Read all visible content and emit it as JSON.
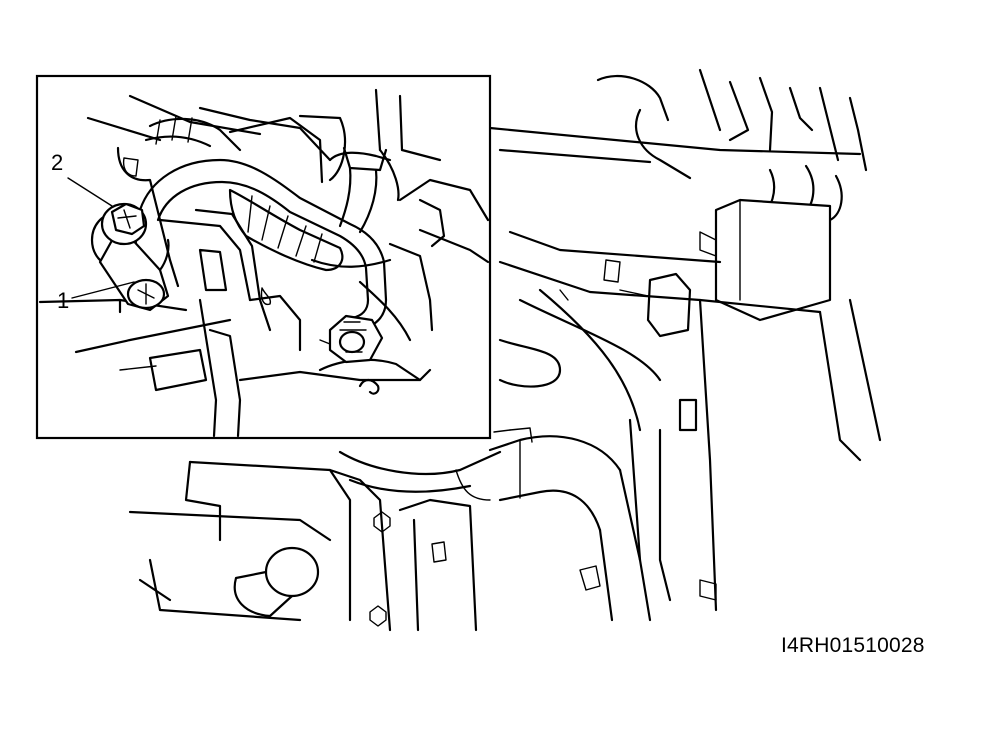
{
  "callouts": [
    {
      "id": "1",
      "label": "1"
    },
    {
      "id": "2",
      "label": "2"
    }
  ],
  "figure_code": "I4RH01510028"
}
